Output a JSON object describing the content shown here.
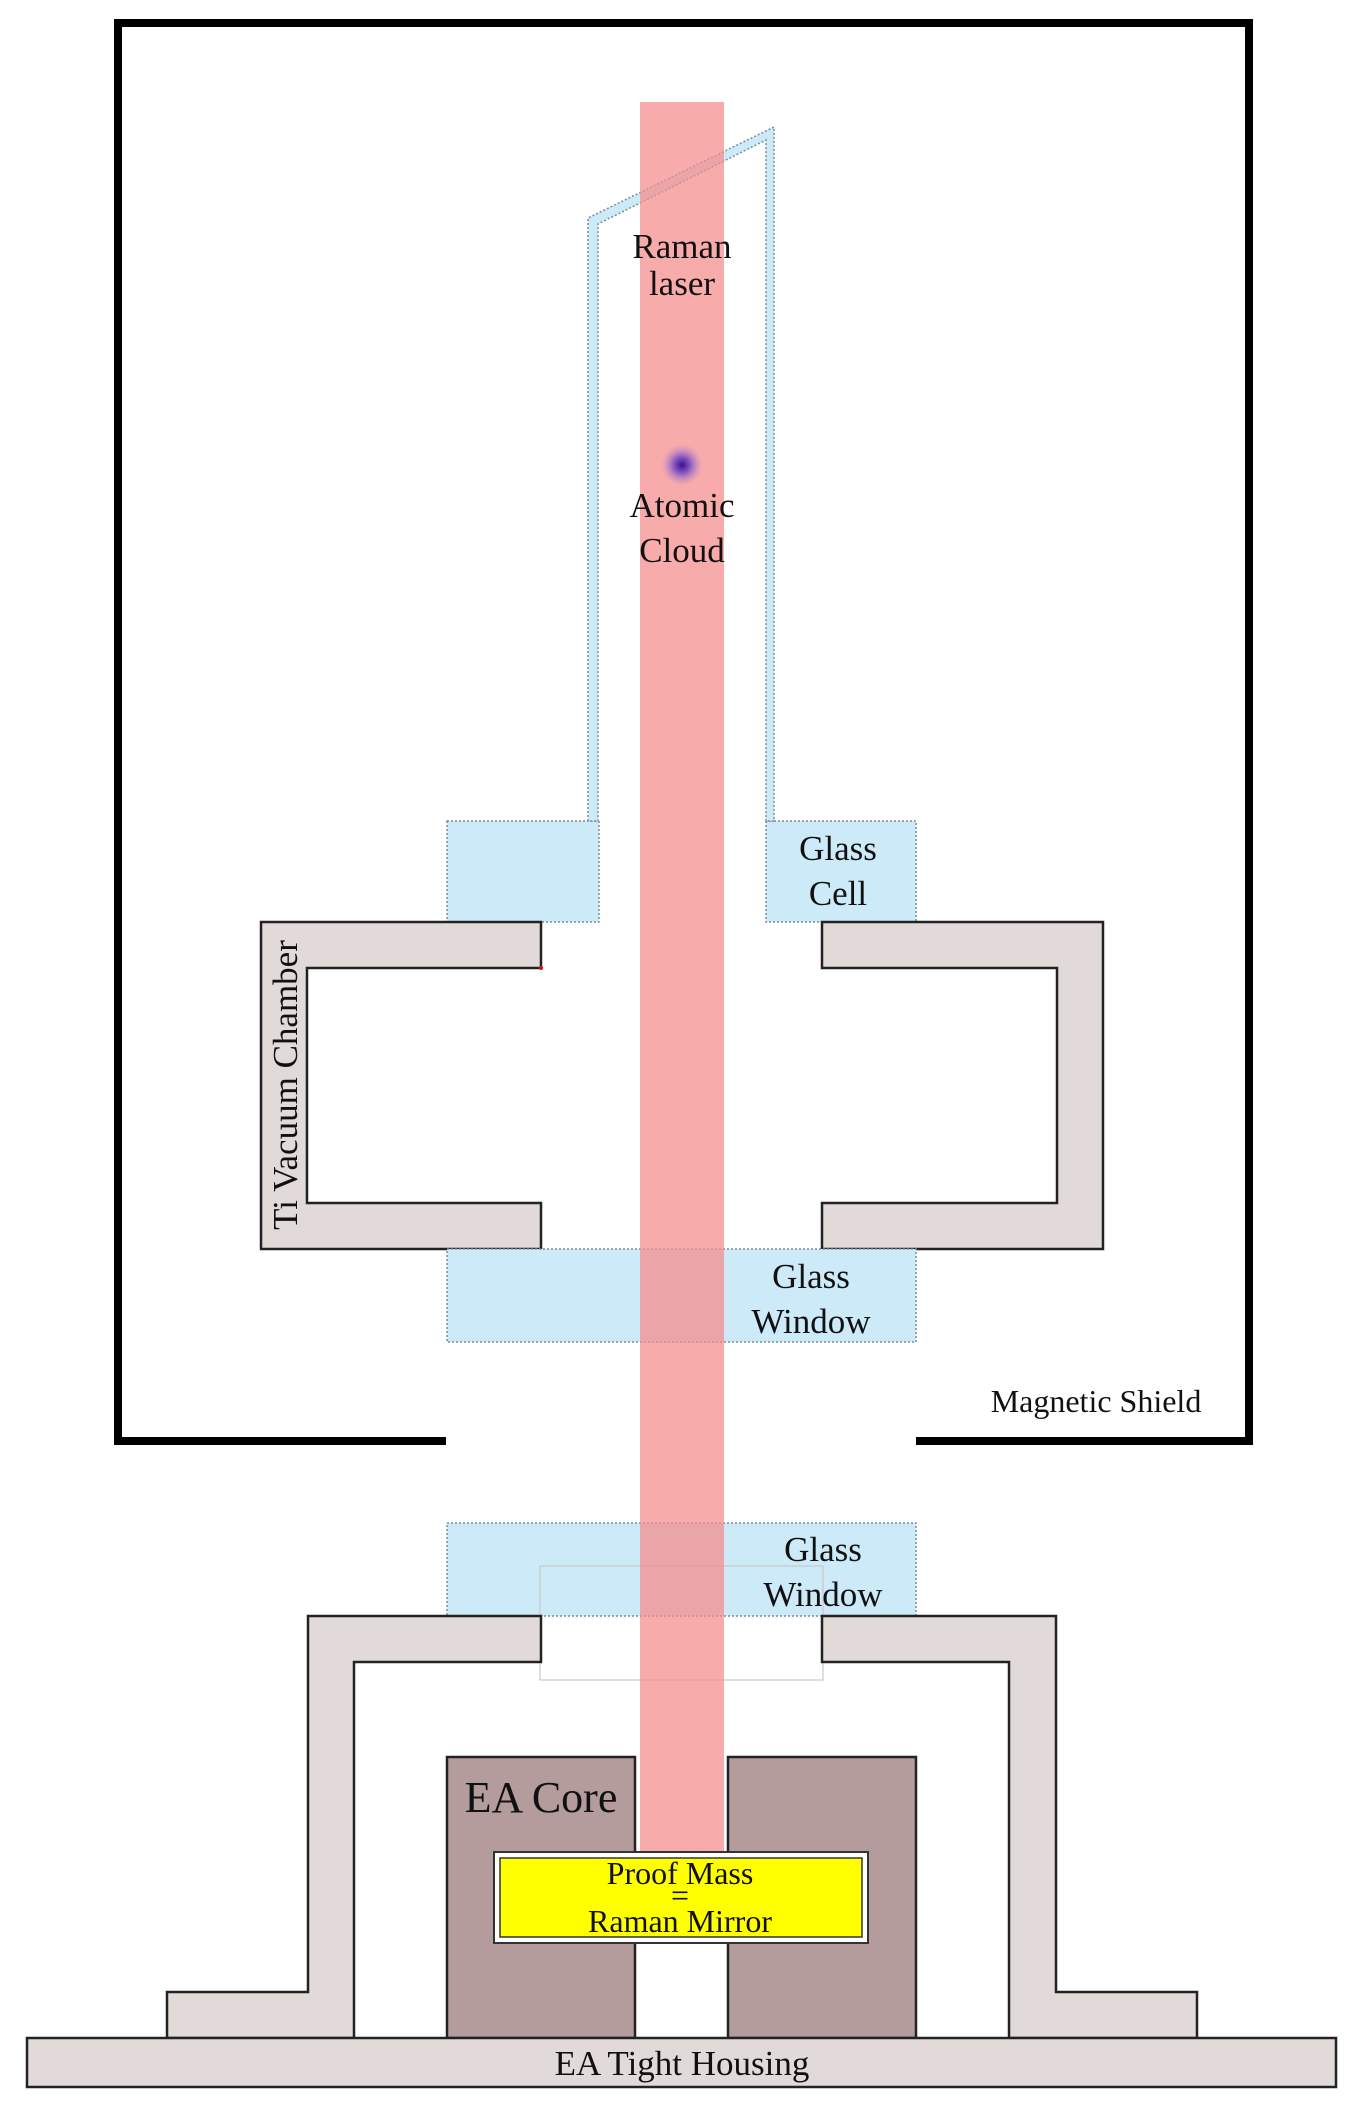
{
  "labels": {
    "raman_laser_1": "Raman",
    "raman_laser_2": "laser",
    "atomic_cloud_1": "Atomic",
    "atomic_cloud_2": "Cloud",
    "glass_cell_1": "Glass",
    "glass_cell_2": "Cell",
    "ti_vacuum_chamber": "Ti Vacuum Chamber",
    "glass_window_upper_1": "Glass",
    "glass_window_upper_2": "Window",
    "magnetic_shield": "Magnetic Shield",
    "glass_window_lower_1": "Glass",
    "glass_window_lower_2": "Window",
    "ea_core": "EA Core",
    "proof_mass_1": "Proof Mass",
    "proof_mass_eq": "=",
    "proof_mass_2": "Raman Mirror",
    "ea_tight_housing": "EA Tight Housing"
  },
  "colors": {
    "laser": "#f7a6a6",
    "glass": "#cdeaf8",
    "chamber": "#e2d9d9",
    "core": "#b39c9b",
    "proof_mass": "#ffff00",
    "cloud": "#5a2ea6",
    "shield": "#000000"
  }
}
